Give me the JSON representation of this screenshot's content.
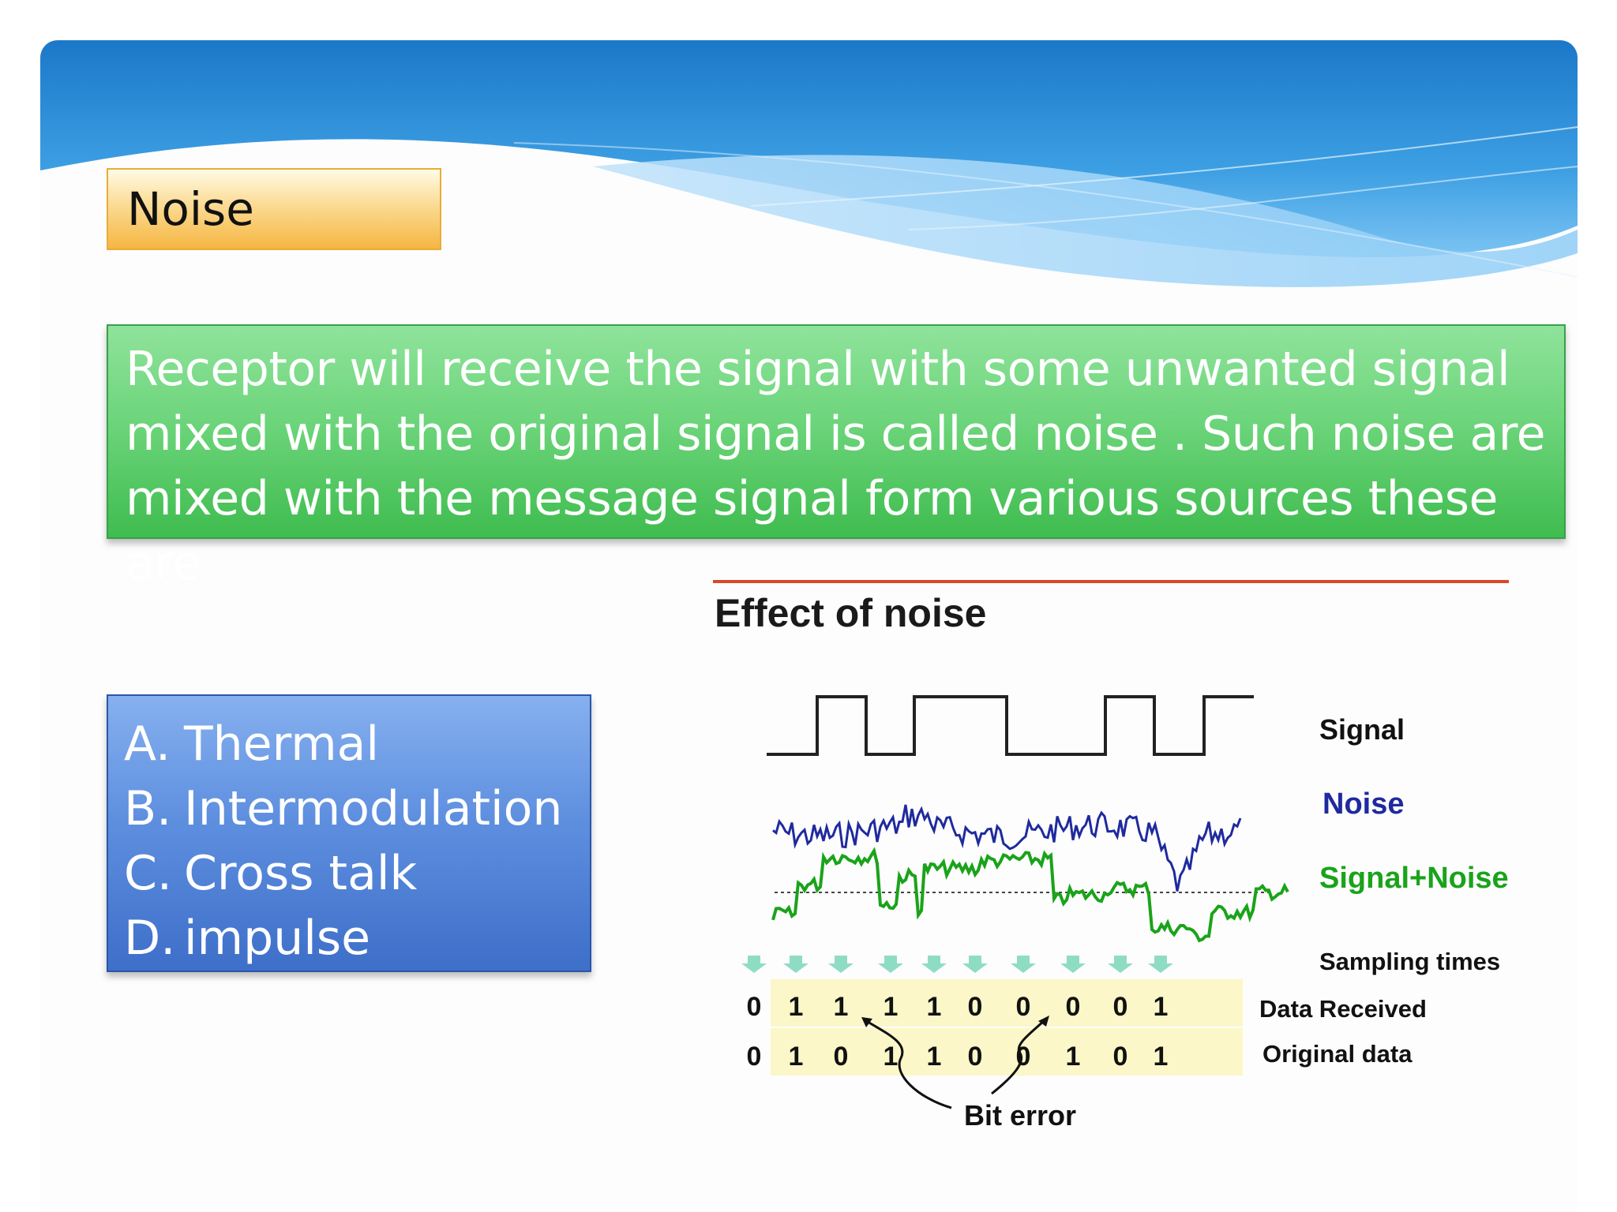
{
  "slide": {
    "title": "Noise",
    "description": "Receptor will receive the signal with some unwanted signal\nmixed with the original signal is called noise . Such noise are\nmixed with the message signal form various sources these are",
    "list": [
      {
        "letter": "A.",
        "text": "Thermal"
      },
      {
        "letter": "B.",
        "text": "Intermodulation"
      },
      {
        "letter": "C.",
        "text": "Cross talk"
      },
      {
        "letter": "D.",
        "text": "impulse"
      }
    ]
  },
  "diagram": {
    "title": "Effect of noise",
    "labels": {
      "signal": "Signal",
      "noise": "Noise",
      "signal_noise": "Signal+Noise",
      "sampling": "Sampling times",
      "received": "Data Received",
      "original": "Original data",
      "bit_error": "Bit error"
    },
    "data_received": [
      "0",
      "1",
      "1",
      "1",
      "1",
      "0",
      "0",
      "0",
      "0",
      "1"
    ],
    "original_data": [
      "0",
      "1",
      "0",
      "1",
      "1",
      "0",
      "0",
      "1",
      "0",
      "1"
    ],
    "colors": {
      "rule": "#d8492b",
      "noise": "#1f2a9e",
      "signal_noise": "#1aa31a",
      "arrow": "#8fdcc4",
      "bits_bg": "#fbf7c8"
    }
  }
}
